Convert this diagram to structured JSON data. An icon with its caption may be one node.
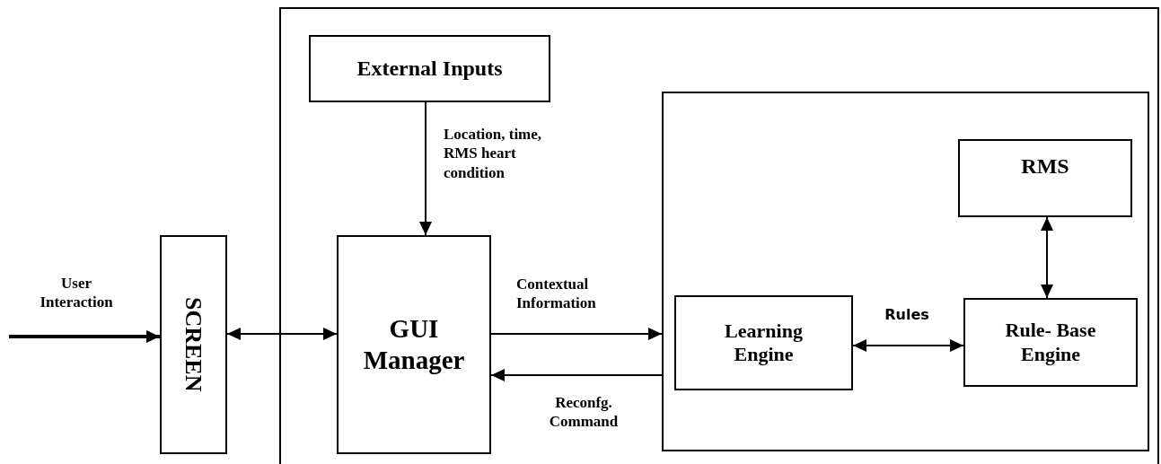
{
  "diagram": {
    "nodes": [
      {
        "text": [],
        "shape": "box"
      },
      {
        "text": [
          "External Inputs"
        ],
        "in": 0
      },
      {
        "text": [
          "SCREEN"
        ]
      },
      {
        "text": [
          "GUI Manager"
        ],
        "in": 0
      },
      {
        "text": [],
        "shape": "box",
        "in": 0
      },
      {
        "text": [
          "RMS"
        ],
        "in": 4
      },
      {
        "text": [
          "Learning Engine"
        ],
        "in": 4
      },
      {
        "text": [
          "Rule- Base Engine"
        ],
        "in": 4
      }
    ],
    "edges": [
      {
        "from": null,
        "to": 2,
        "arrow": "to",
        "style": "thick",
        "label": "User Interaction"
      },
      {
        "from": 2,
        "to": 3,
        "arrow": "both"
      },
      {
        "from": 1,
        "to": 3,
        "arrow": "to",
        "label": "Location, time, RMS heart condition"
      },
      {
        "from": 3,
        "to": 4,
        "arrow": "to",
        "label": "Contextual Information"
      },
      {
        "from": 4,
        "to": 3,
        "arrow": "to",
        "label": "Reconfg. Command"
      },
      {
        "from": 6,
        "to": 7,
        "arrow": "both",
        "label": "Rules"
      },
      {
        "from": 5,
        "to": 7,
        "arrow": "both"
      }
    ]
  }
}
